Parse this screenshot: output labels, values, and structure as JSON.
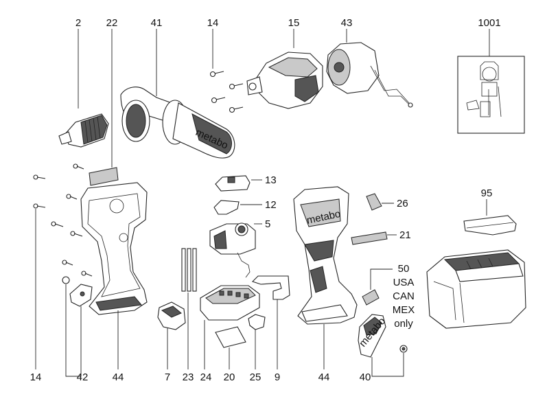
{
  "labels": {
    "p2": "2",
    "p22": "22",
    "p41": "41",
    "p14_top": "14",
    "p15": "15",
    "p43": "43",
    "p1001": "1001",
    "p13": "13",
    "p12": "12",
    "p5": "5",
    "p26": "26",
    "p21": "21",
    "p95": "95",
    "p50": "50",
    "usa": "USA",
    "can": "CAN",
    "mex": "MEX",
    "only": "only",
    "p14_bottom": "14",
    "p42": "42",
    "p44_left": "44",
    "p7": "7",
    "p23": "23",
    "p24": "24",
    "p20": "20",
    "p25": "25",
    "p9": "9",
    "p44_right": "44",
    "p40": "40"
  },
  "brand": {
    "housing_logo": "metabo",
    "handle_logo": "metabo",
    "cover_logo": "metabo"
  }
}
